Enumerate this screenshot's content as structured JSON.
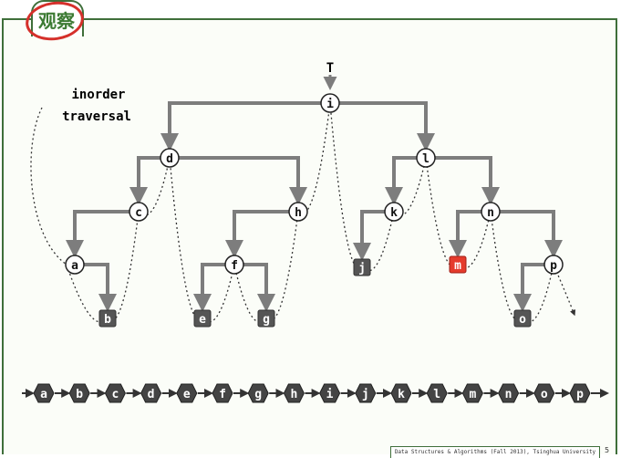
{
  "title": "观察",
  "root_label": "T",
  "annotation": [
    "inorder",
    "traversal"
  ],
  "footer": "Data Structures & Algorithms (Fall 2013), Tsinghua University",
  "page_number": "5",
  "colors": {
    "frame": "#3f6f3a",
    "edge": "#7d7d7d",
    "leaf_fill": "#555555",
    "highlight": "#e53b2c",
    "title": "#3c7a33"
  },
  "tree": {
    "nodes": [
      {
        "id": "i",
        "type": "internal"
      },
      {
        "id": "d",
        "type": "internal"
      },
      {
        "id": "l",
        "type": "internal"
      },
      {
        "id": "c",
        "type": "internal"
      },
      {
        "id": "h",
        "type": "internal"
      },
      {
        "id": "k",
        "type": "internal"
      },
      {
        "id": "n",
        "type": "internal"
      },
      {
        "id": "a",
        "type": "internal"
      },
      {
        "id": "f",
        "type": "internal"
      },
      {
        "id": "p",
        "type": "internal"
      },
      {
        "id": "b",
        "type": "leaf"
      },
      {
        "id": "e",
        "type": "leaf"
      },
      {
        "id": "g",
        "type": "leaf"
      },
      {
        "id": "j",
        "type": "leaf"
      },
      {
        "id": "m",
        "type": "leaf-highlight"
      },
      {
        "id": "o",
        "type": "leaf"
      }
    ],
    "edges": [
      [
        "i",
        "d"
      ],
      [
        "i",
        "l"
      ],
      [
        "d",
        "c"
      ],
      [
        "d",
        "h"
      ],
      [
        "c",
        "a"
      ],
      [
        "a",
        "b"
      ],
      [
        "h",
        "f"
      ],
      [
        "f",
        "e"
      ],
      [
        "f",
        "g"
      ],
      [
        "l",
        "k"
      ],
      [
        "l",
        "n"
      ],
      [
        "k",
        "j"
      ],
      [
        "n",
        "m"
      ],
      [
        "n",
        "p"
      ],
      [
        "p",
        "o"
      ]
    ]
  },
  "sequence": [
    "a",
    "b",
    "c",
    "d",
    "e",
    "f",
    "g",
    "h",
    "i",
    "j",
    "k",
    "l",
    "m",
    "n",
    "o",
    "p"
  ]
}
